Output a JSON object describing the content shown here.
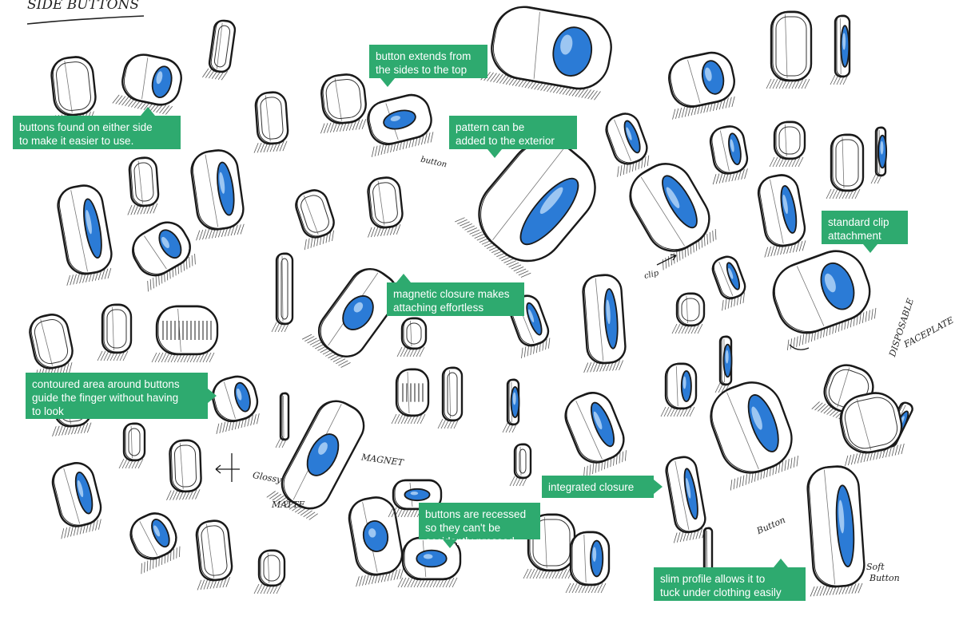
{
  "header_note": "SIDE BUTTONS",
  "callouts": {
    "sides_to_top": {
      "line1": "button extends from",
      "line2": "the sides to the top"
    },
    "either_side": {
      "line1": "buttons found on either side",
      "line2": "to make it easier to use."
    },
    "pattern": {
      "line1": "pattern can be",
      "line2": "added to the exterior"
    },
    "clip": {
      "line1": "standard clip",
      "line2": "attachment"
    },
    "magnetic": {
      "line1": "magnetic closure makes",
      "line2": "attaching effortless"
    },
    "contoured": {
      "line1": "contoured area around buttons",
      "line2": "guide the finger without having",
      "line3": "to look"
    },
    "integrated": {
      "line1": "integrated closure"
    },
    "recessed": {
      "line1": "buttons are recessed",
      "line2": "so they can't be",
      "line3": "accidently pressed"
    },
    "slim": {
      "line1": "slim profile allows it to",
      "line2": "tuck under clothing easily"
    }
  },
  "annotations": {
    "button_small": "button",
    "clip": "clip",
    "disposable": "DISPOSABLE",
    "faceplate": "FACEPLATE",
    "glossy": "Glossy",
    "matte": "MATTE",
    "magnet": "MAGNET",
    "button": "Button",
    "soft": "Soft",
    "soft_button": "Button"
  },
  "colors": {
    "accent": "#2eaa6f",
    "button_blue": "#2b7bd6",
    "ink": "#1a1a1a"
  }
}
